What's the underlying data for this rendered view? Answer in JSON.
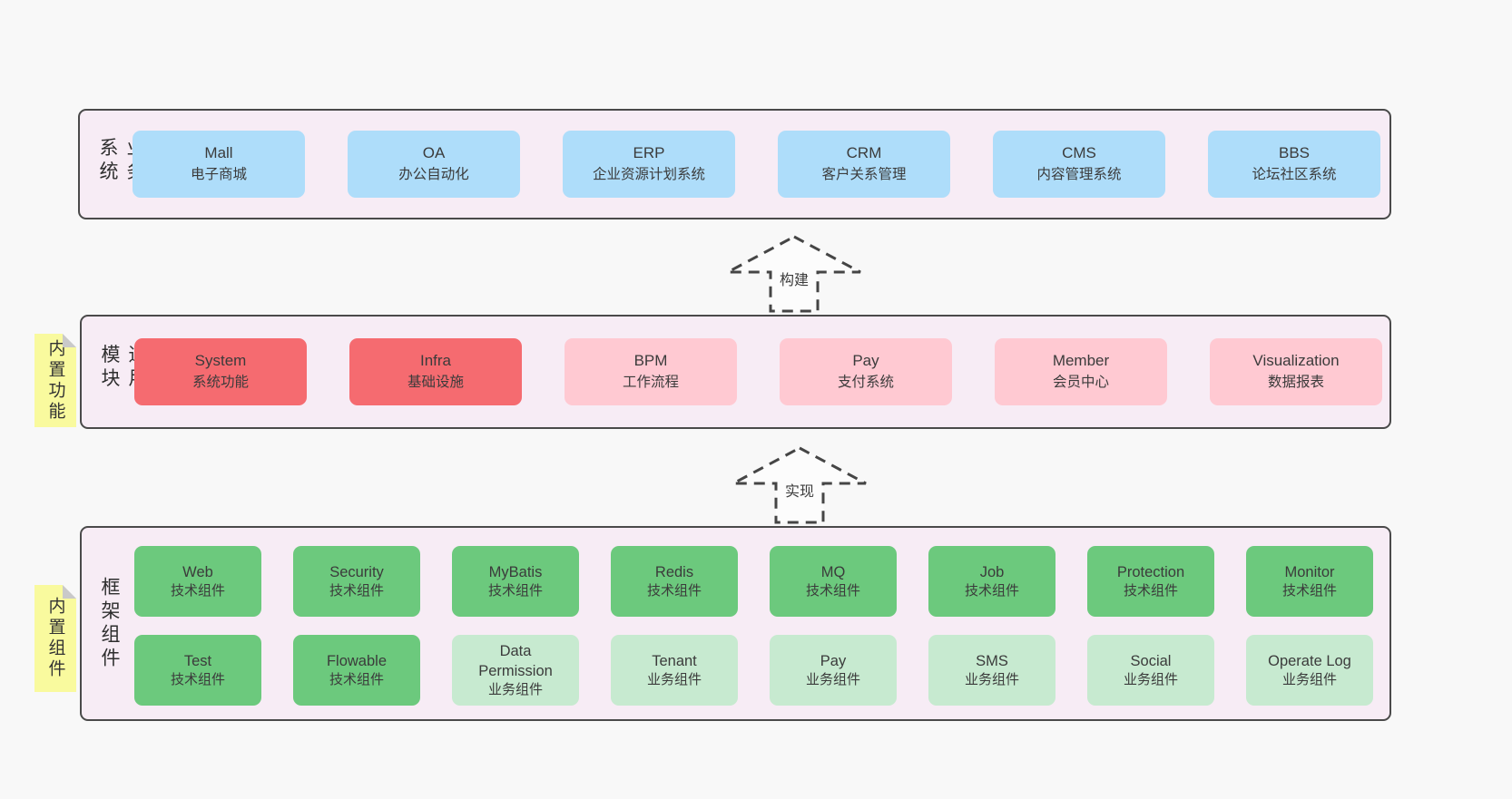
{
  "layer_business": {
    "side_label": "业务系统",
    "boxes": [
      {
        "en": "Mall",
        "zh": "电子商城"
      },
      {
        "en": "OA",
        "zh": "办公自动化"
      },
      {
        "en": "ERP",
        "zh": "企业资源计划系统"
      },
      {
        "en": "CRM",
        "zh": "客户关系管理"
      },
      {
        "en": "CMS",
        "zh": "内容管理系统"
      },
      {
        "en": "BBS",
        "zh": "论坛社区系统"
      }
    ]
  },
  "arrow_build": {
    "label": "构建"
  },
  "layer_modules": {
    "side_label": "通用模块",
    "sticky_note": "内置功能",
    "boxes": [
      {
        "en": "System",
        "zh": "系统功能"
      },
      {
        "en": "Infra",
        "zh": "基础设施"
      },
      {
        "en": "BPM",
        "zh": "工作流程"
      },
      {
        "en": "Pay",
        "zh": "支付系统"
      },
      {
        "en": "Member",
        "zh": "会员中心"
      },
      {
        "en": "Visualization",
        "zh": "数据报表"
      }
    ]
  },
  "arrow_implement": {
    "label": "实现"
  },
  "layer_framework": {
    "side_label": "框架组件",
    "sticky_note": "内置组件",
    "row1": [
      {
        "en": "Web",
        "zh": "技术组件"
      },
      {
        "en": "Security",
        "zh": "技术组件"
      },
      {
        "en": "MyBatis",
        "zh": "技术组件"
      },
      {
        "en": "Redis",
        "zh": "技术组件"
      },
      {
        "en": "MQ",
        "zh": "技术组件"
      },
      {
        "en": "Job",
        "zh": "技术组件"
      },
      {
        "en": "Protection",
        "zh": "技术组件"
      },
      {
        "en": "Monitor",
        "zh": "技术组件"
      }
    ],
    "row2": [
      {
        "en": "Test",
        "zh": "技术组件"
      },
      {
        "en": "Flowable",
        "zh": "技术组件"
      },
      {
        "en": "Data Permission",
        "zh": "业务组件"
      },
      {
        "en": "Tenant",
        "zh": "业务组件"
      },
      {
        "en": "Pay",
        "zh": "业务组件"
      },
      {
        "en": "SMS",
        "zh": "业务组件"
      },
      {
        "en": "Social",
        "zh": "业务组件"
      },
      {
        "en": "Operate Log",
        "zh": "业务组件"
      }
    ]
  },
  "colors": {
    "page_bg": "#f8f8f8",
    "panel_bg": "#f7ecf5",
    "panel_border": "#4a4a4a",
    "blue_box": "#aeddfa",
    "red_box": "#f56b70",
    "pink_box": "#ffc9d2",
    "green_dark_box": "#6cc97d",
    "green_light_box": "#c7ead0",
    "note_yellow": "#f9fa9e",
    "note_fold_gray": "#c9c9c9",
    "text": "#3b3b3b"
  }
}
